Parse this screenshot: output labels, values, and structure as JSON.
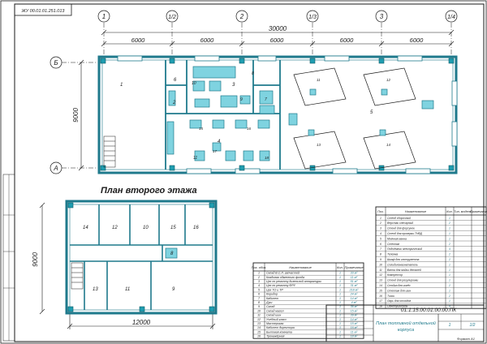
{
  "sheet_code_rot": "ЖУ 00.01.01.251.013",
  "axes_top": [
    "1",
    "1/2",
    "2",
    "1/3",
    "3",
    "1/4"
  ],
  "axes_side": [
    "Б",
    "А"
  ],
  "dims_top_spans": [
    "6000",
    "6000",
    "6000",
    "6000",
    "6000"
  ],
  "dim_total": "30000",
  "dim_side_upper": "9000",
  "dim_side_lower": "9000",
  "dim_bottom_lower": "12000",
  "upper_plan_rooms": [
    "1",
    "2",
    "3",
    "4",
    "5",
    "6",
    "7",
    "8",
    "9",
    "10",
    "11"
  ],
  "upper_eq_labels": [
    "11",
    "12",
    "13",
    "14",
    "15",
    "16",
    "17",
    "18"
  ],
  "second_floor_title": "План второго этажа",
  "lower_plan_rooms": [
    "8",
    "9",
    "10",
    "11",
    "12",
    "13",
    "14",
    "15",
    "16"
  ],
  "table_mid": {
    "headers": [
      "Поз. обоз.",
      "Наименование",
      "Кол.",
      "Примечание"
    ],
    "rows": [
      [
        "1",
        "Склад В.С.Л. запчастей",
        "1",
        "33 м²"
      ],
      [
        "2",
        "Кладовая обменного фонда",
        "1",
        "11 м²"
      ],
      [
        "3",
        "Цех по ремонту дизельной аппаратуры",
        "1",
        "51 м²"
      ],
      [
        "4",
        "Цех по ремонту ФРУ",
        "1",
        "31 м²"
      ],
      [
        "5",
        "Цех ТО и ТР",
        "1",
        "218 м²"
      ],
      [
        "6",
        "Коридор",
        "1",
        "24 м²"
      ],
      [
        "7",
        "Кабинет",
        "1",
        "14 м²"
      ],
      [
        "8",
        "Душ",
        "1",
        "4 м²"
      ],
      [
        "9",
        "Склад",
        "1",
        "36 м²"
      ],
      [
        "10",
        "Склад масел",
        "1",
        "15 м²"
      ],
      [
        "11",
        "Склад шин",
        "1",
        "39 м²"
      ],
      [
        "12",
        "Учебный класс",
        "1",
        "14 м²"
      ],
      [
        "13",
        "Мастерская",
        "1",
        "15 м²"
      ],
      [
        "14",
        "Кабинет директора",
        "1",
        "16 м²"
      ],
      [
        "15",
        "Бытовая комната",
        "1",
        "11 м²"
      ],
      [
        "16",
        "Тренажёрная",
        "1",
        "18 м²"
      ]
    ]
  },
  "table_right": {
    "headers": [
      "Поз.",
      "Наименование",
      "Кол.",
      "Тип, модель",
      "Примечание"
    ],
    "rows": [
      [
        "1",
        "Стенд сборочный",
        "1",
        "",
        ""
      ],
      [
        "2",
        "Верстак слесарный",
        "2",
        "",
        ""
      ],
      [
        "3",
        "Стенд для форсунок",
        "1",
        "",
        ""
      ],
      [
        "4",
        "Стенд для проверки ТНВД",
        "1",
        "",
        ""
      ],
      [
        "5",
        "Моечная ванна",
        "1",
        "",
        ""
      ],
      [
        "6",
        "Стеллаж",
        "2",
        "",
        ""
      ],
      [
        "7",
        "Подъёмник электрический",
        "4",
        "",
        ""
      ],
      [
        "8",
        "Тележка",
        "2",
        "",
        ""
      ],
      [
        "9",
        "Шкаф для инструмента",
        "2",
        "",
        ""
      ],
      [
        "10",
        "Солидолонагнетатель",
        "1",
        "",
        ""
      ],
      [
        "11",
        "Ванна для мойки деталей",
        "1",
        "",
        ""
      ],
      [
        "12",
        "Компрессор",
        "1",
        "",
        ""
      ],
      [
        "13",
        "Стенд для регулировки",
        "1",
        "",
        ""
      ],
      [
        "14",
        "Стойка для колёс",
        "2",
        "",
        ""
      ],
      [
        "15",
        "Стеллаж для шин",
        "1",
        "",
        ""
      ],
      [
        "16",
        "Тиски",
        "2",
        "",
        ""
      ],
      [
        "17",
        "Ларь для отходов",
        "1",
        "",
        ""
      ],
      [
        "18",
        "Огнетушитель",
        "4",
        "",
        ""
      ]
    ]
  },
  "title_block": {
    "code": "01.1.15.00.01.00.00.ПК",
    "name_line1": "План топливной отдельной",
    "name_line2": "корпуса",
    "sheet": "1",
    "sheets": "1/2",
    "format": "Формат А1"
  }
}
